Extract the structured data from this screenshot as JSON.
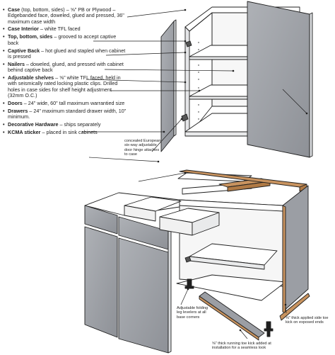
{
  "legend": [
    {
      "term": "Case",
      "text": " (top, bottom, sides) – ⅝\" PB or Plywood – Edgebanded face, doweled, glued and pressed, 36\" maximum case width"
    },
    {
      "term": "Case Interior",
      "text": " – white TFL faced"
    },
    {
      "term": "Top, bottom, sides",
      "text": " – grooved to accept captive back"
    },
    {
      "term": "Captive Back",
      "text": " – hot glued and stapled when cabinet is pressed"
    },
    {
      "term": "Nailers",
      "text": " – doweled, glued, and pressed with cabinet behind captive back"
    },
    {
      "term": "Adjustable shelves",
      "text": " – ⅝\" white TFL faced, held in with seismically rated locking plastic clips. Drilled holes in case sides for shelf height adjustment (32mm O.C.)"
    },
    {
      "term": "Doors",
      "text": " – 24\" wide, 60\" tall maximum warrantied size"
    },
    {
      "term": "Drawers",
      "text": " – 24\" maximum standard drawer width, 10\" minimum."
    },
    {
      "term": "Decorative Hardware",
      "text": " – ships separately"
    },
    {
      "term": "KCMA sticker",
      "text": " – placed in sink cabinets"
    }
  ],
  "callouts": {
    "hinge": "concealed European six-way adjustable door hinge attaches to case",
    "levelers": "Adjustable folding leg levelers at all base corners",
    "side_toe_kick": "⅝\" thick applied side toe kick on exposed ends",
    "running_toe_kick": "⅝\" thick running toe kick added at installation for a seamless look"
  },
  "colors": {
    "panel_gray": "#9b9ea4",
    "panel_light": "#c9ccd0",
    "edge_wood": "#c8935f",
    "line": "#1f1f1f",
    "accent_dot": "#2e6c8a"
  }
}
